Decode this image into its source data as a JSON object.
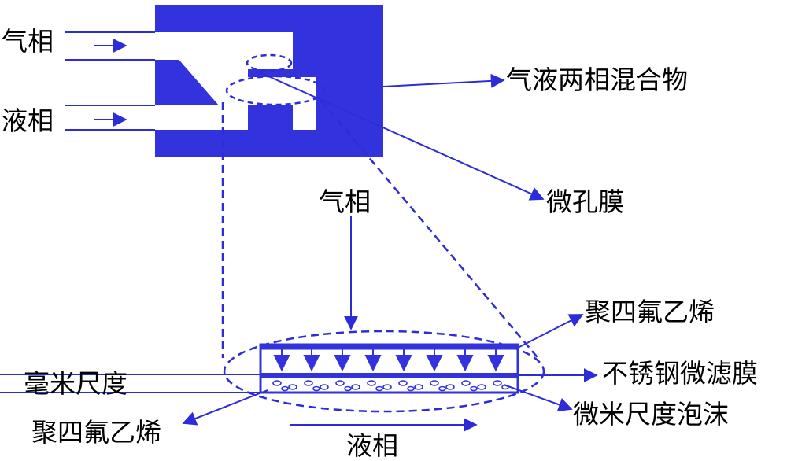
{
  "colors": {
    "structure": "#3333dd",
    "line": "#2c2cd8",
    "text": "#000000",
    "background": "#ffffff"
  },
  "labels": {
    "gas_phase_top": "气相",
    "liquid_phase_top": "液相",
    "gas_liquid_mixture": "气液两相混合物",
    "microporous_membrane": "微孔膜",
    "gas_phase_center": "气相",
    "ptfe_right": "聚四氟乙烯",
    "stainless_microfilter": "不锈钢微滤膜",
    "micro_foam": "微米尺度泡沫",
    "mm_scale": "毫米尺度",
    "ptfe_left": "聚四氟乙烯",
    "liquid_phase_bottom": "液相"
  }
}
